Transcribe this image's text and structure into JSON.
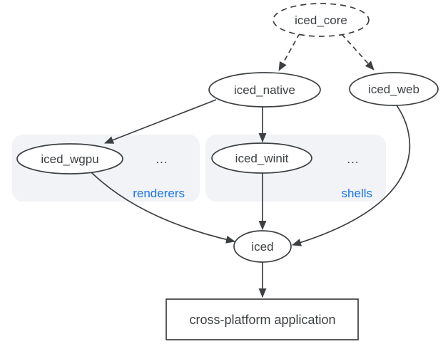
{
  "diagram": {
    "type": "dependency-graph",
    "colors": {
      "stroke": "#3c4043",
      "text": "#3c4043",
      "group_label_blue": "#1a73e8",
      "group_fill": "#f1f3f6",
      "node_fill": "#ffffff",
      "background": "#ffffff"
    },
    "nodes": {
      "iced_core": {
        "label": "iced_core",
        "shape": "ellipse",
        "border": "dashed"
      },
      "iced_native": {
        "label": "iced_native",
        "shape": "ellipse",
        "border": "solid"
      },
      "iced_web": {
        "label": "iced_web",
        "shape": "ellipse",
        "border": "solid"
      },
      "iced_wgpu": {
        "label": "iced_wgpu",
        "shape": "ellipse",
        "border": "solid",
        "group": "renderers"
      },
      "iced_winit": {
        "label": "iced_winit",
        "shape": "ellipse",
        "border": "solid",
        "group": "shells"
      },
      "iced": {
        "label": "iced",
        "shape": "ellipse",
        "border": "solid"
      },
      "application": {
        "label": "cross-platform application",
        "shape": "rectangle",
        "border": "solid"
      }
    },
    "groups": {
      "renderers": {
        "label": "renderers",
        "ellipsis": "...",
        "members": [
          "iced_wgpu"
        ]
      },
      "shells": {
        "label": "shells",
        "ellipsis": "...",
        "members": [
          "iced_winit"
        ]
      }
    },
    "edges": [
      {
        "from": "iced_core",
        "to": "iced_native",
        "style": "dashed"
      },
      {
        "from": "iced_core",
        "to": "iced_web",
        "style": "dashed"
      },
      {
        "from": "iced_native",
        "to": "iced_wgpu",
        "style": "solid"
      },
      {
        "from": "iced_native",
        "to": "iced_winit",
        "style": "solid"
      },
      {
        "from": "iced_wgpu",
        "to": "iced",
        "style": "solid"
      },
      {
        "from": "iced_winit",
        "to": "iced",
        "style": "solid"
      },
      {
        "from": "iced_web",
        "to": "iced",
        "style": "solid"
      },
      {
        "from": "iced",
        "to": "application",
        "style": "solid"
      }
    ]
  }
}
